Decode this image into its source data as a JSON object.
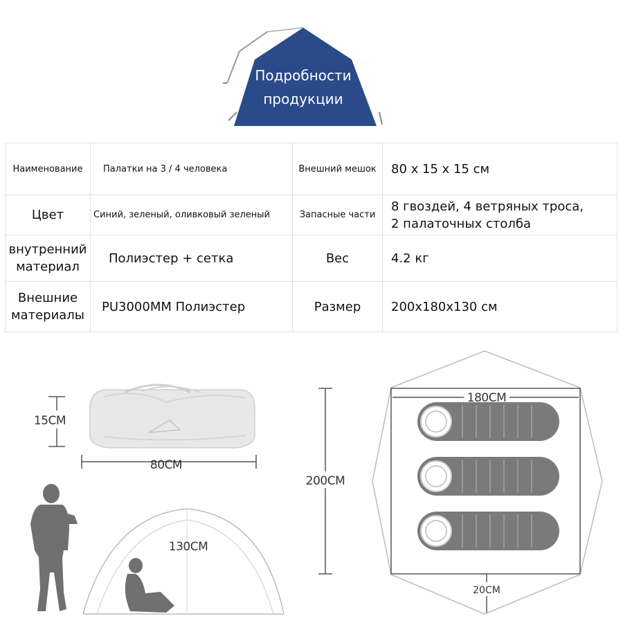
{
  "header": {
    "title_line1": "Подробности",
    "title_line2": "продукции",
    "badge_color": "#2a4a8a"
  },
  "specs": [
    {
      "label": "Наименование",
      "value": "Палатки на 3 / 4 человека",
      "label2": "Внешний мешок",
      "value2": "80 x 15 x 15 см"
    },
    {
      "label": "Цвет",
      "value": "Синий, зеленый, оливковый зеленый",
      "label2": "Запасные части",
      "value2_line1": "8 гвоздей, 4 ветряных троса,",
      "value2_line2": "2 палаточных столба"
    },
    {
      "label_line1": "внутренний",
      "label_line2": "материал",
      "value": "Полиэстер + сетка",
      "label2": "Вес",
      "value2": "4.2 кг"
    },
    {
      "label_line1": "Внешние",
      "label_line2": "материалы",
      "value": "PU3000MM Полиэстер",
      "label2": "Размер",
      "value2": "200x180x130 см"
    }
  ],
  "dimensions": {
    "bag_height": "15CM",
    "bag_length": "80CM",
    "tent_height": "130CM",
    "tent_length": "200CM",
    "tent_width": "180CM",
    "vestibule": "20CM"
  }
}
